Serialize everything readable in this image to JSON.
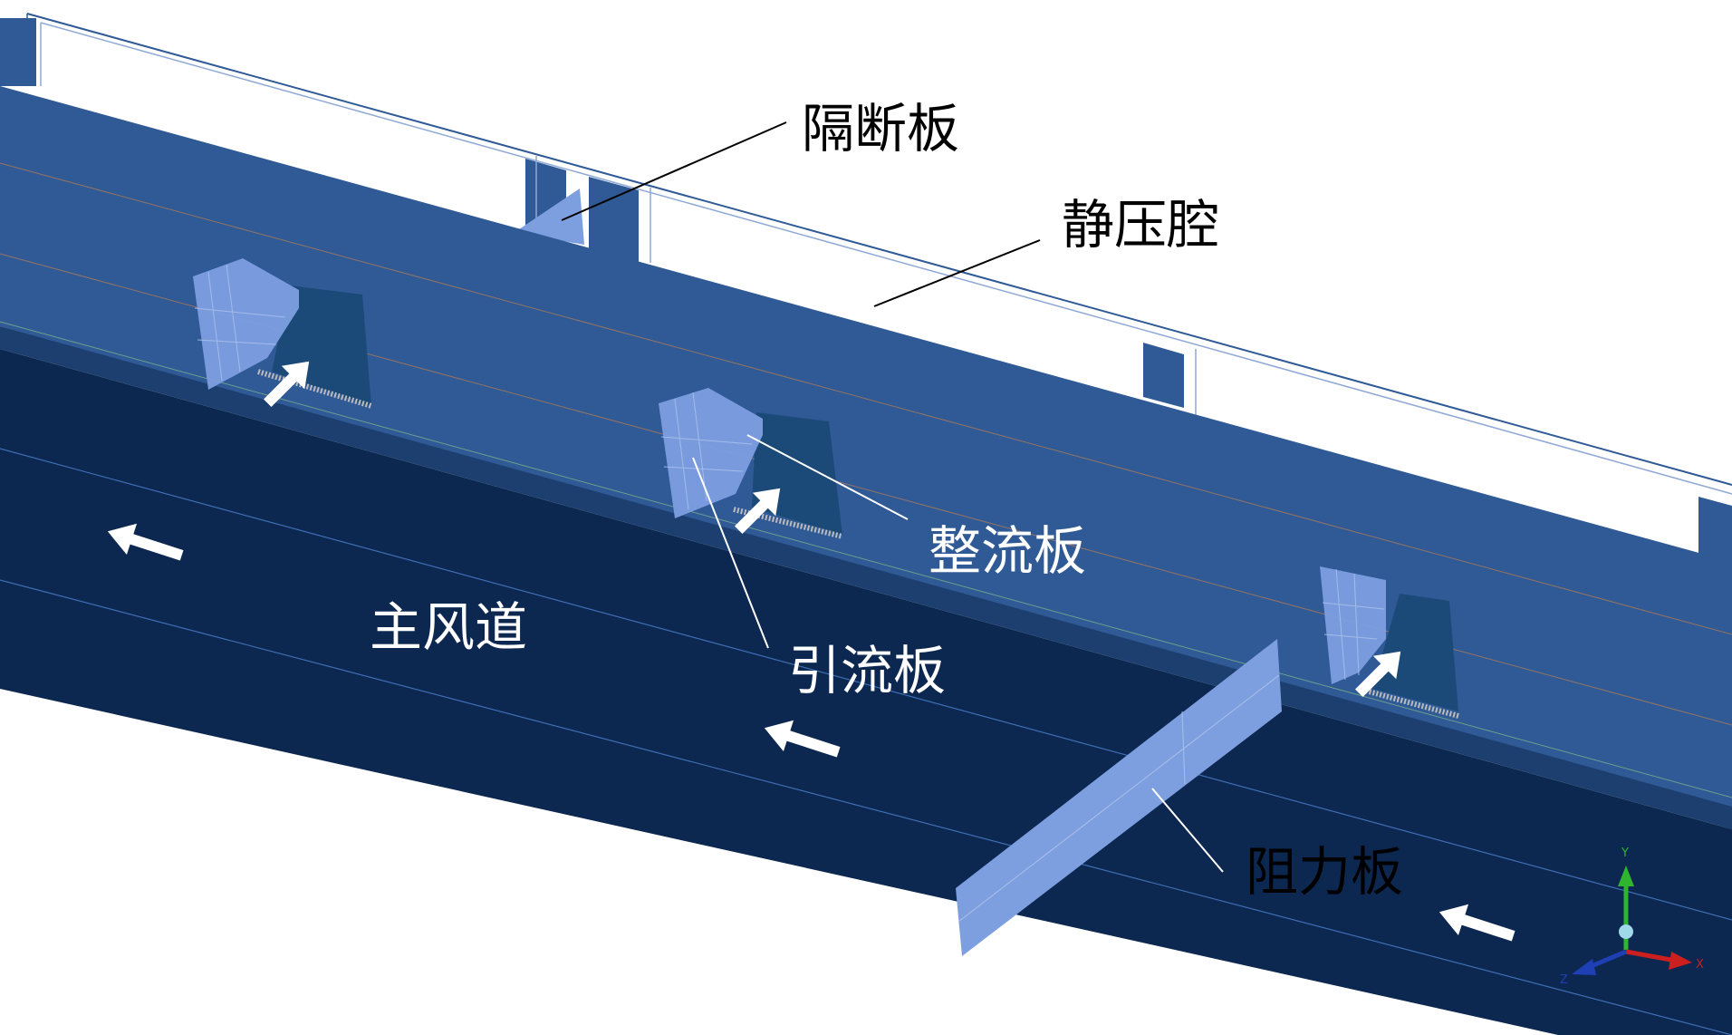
{
  "labels": {
    "partition_plate": "隔断板",
    "plenum_chamber": "静压腔",
    "straightening_plate": "整流板",
    "guide_plate": "引流板",
    "main_duct": "主风道",
    "resistance_plate": "阻力板"
  },
  "axis_triad": {
    "y": "Y",
    "z": "Z",
    "x": "X"
  },
  "colors": {
    "duct_floor": "#0c2750",
    "duct_wall": "#2f5a96",
    "plate": "#7d9fe0",
    "arrow": "#ffffff",
    "leader_line": "#000000"
  },
  "icons": {
    "flow_arrow": "arrow-icon",
    "triad": "coordinate-axes-icon"
  }
}
